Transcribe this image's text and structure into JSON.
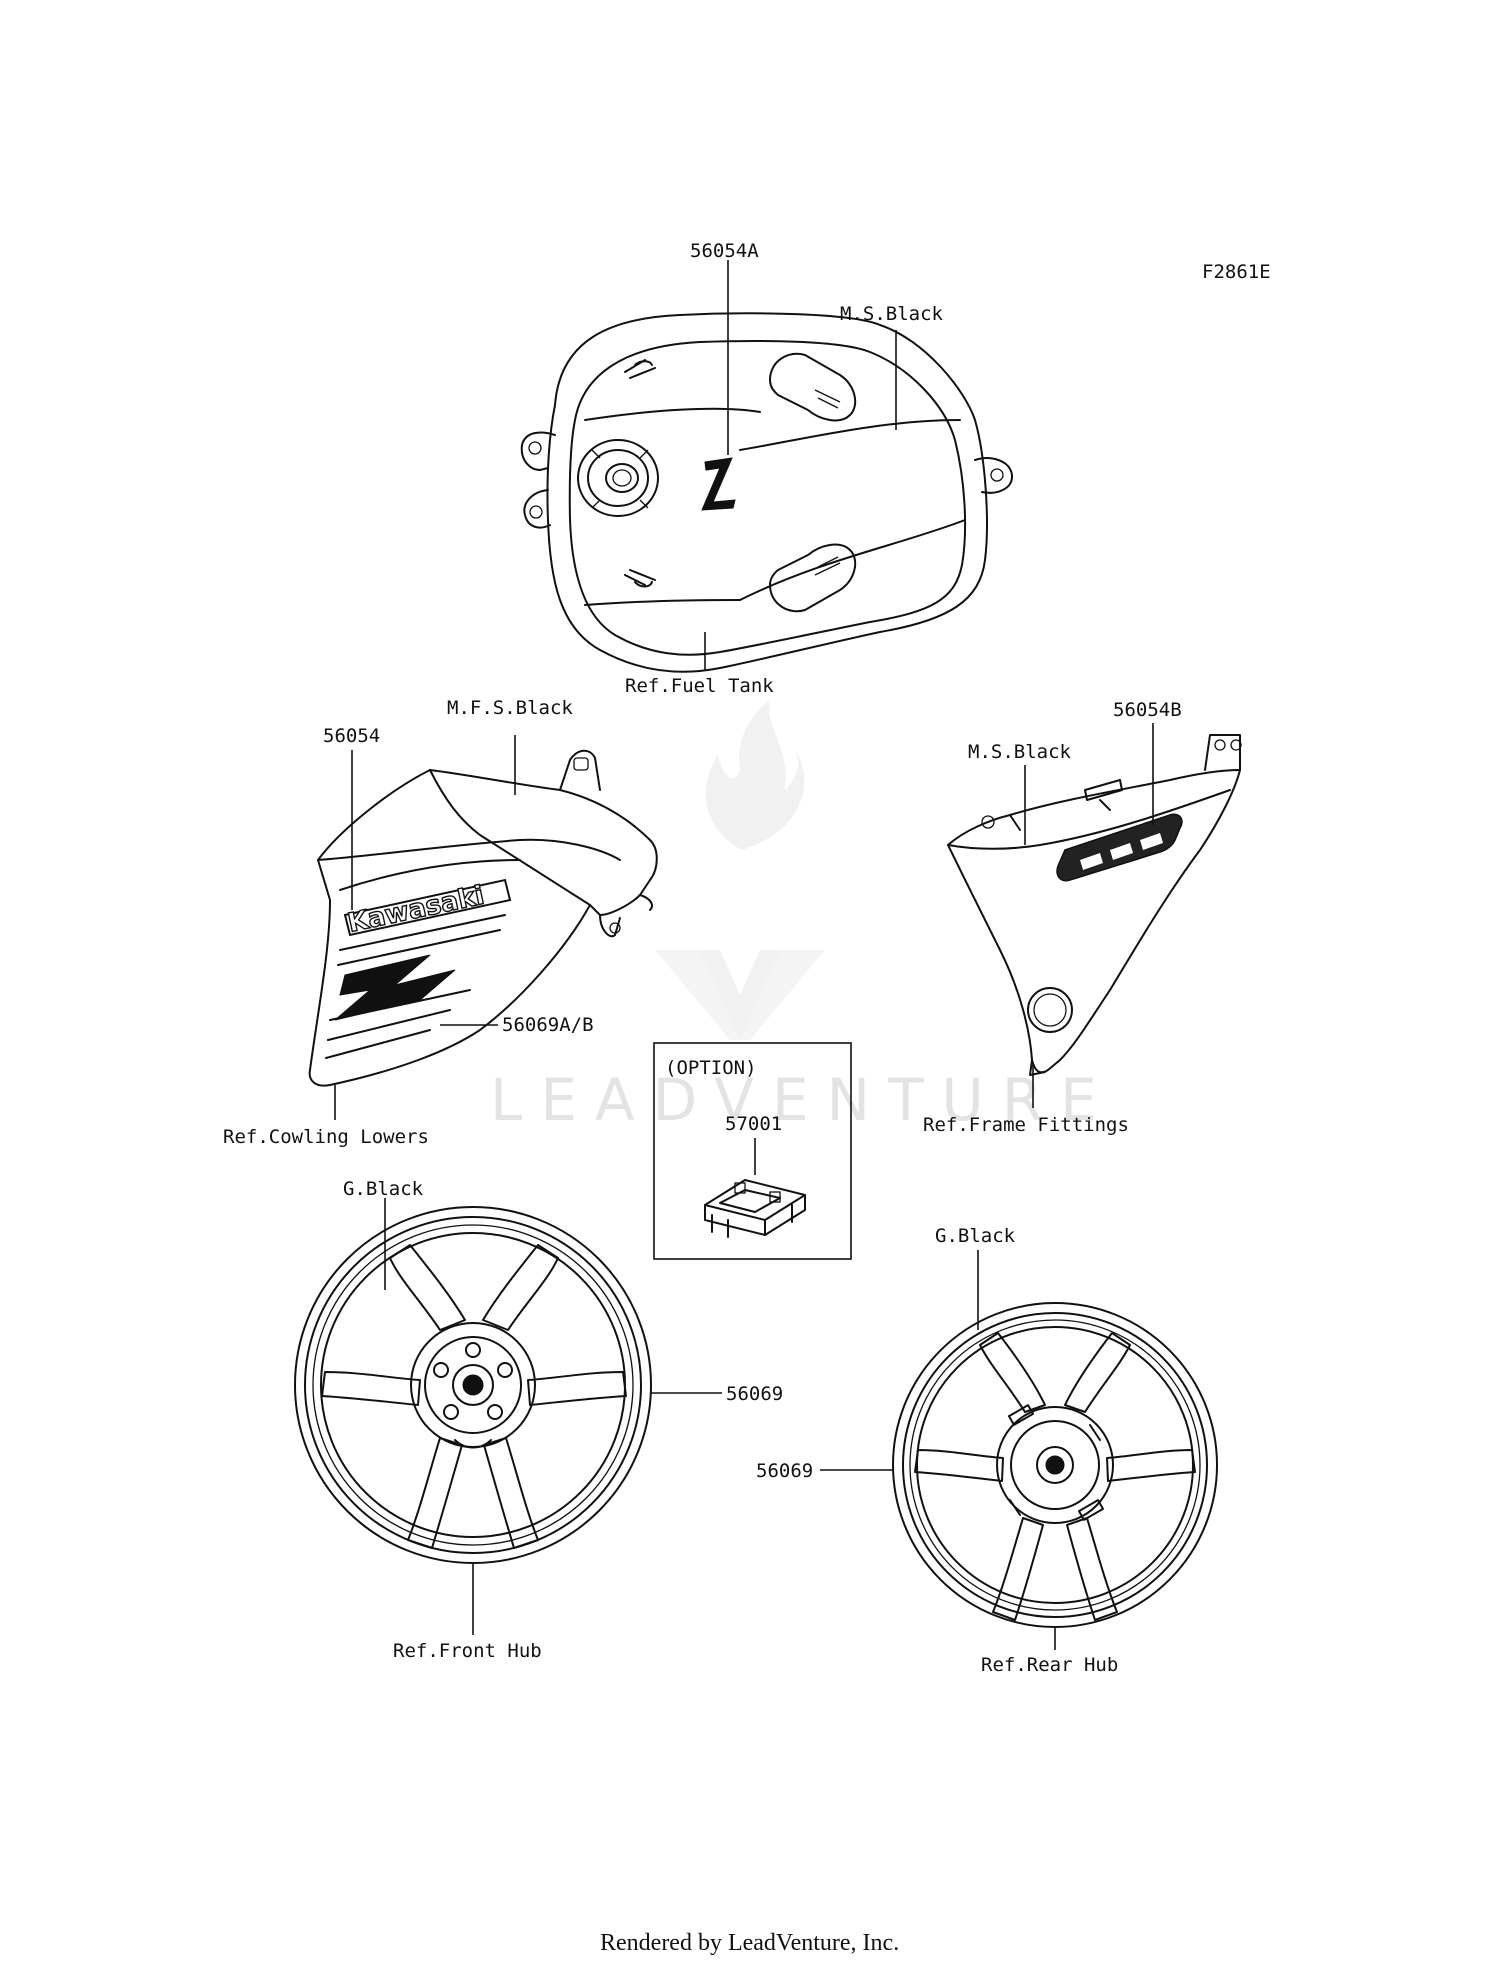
{
  "diagram_code": "F2861E",
  "watermark": "LEADVENTURE",
  "footer": "Rendered by LeadVenture, Inc.",
  "labels": {
    "tank_part": "56054A",
    "tank_color": "M.S.Black",
    "tank_ref": "Ref.Fuel Tank",
    "cowl_color": "M.F.S.Black",
    "cowl_part": "56054",
    "cowl_part2": "56069A/B",
    "cowl_ref": "Ref.Cowling Lowers",
    "side_part": "56054B",
    "side_color": "M.S.Black",
    "side_ref": "Ref.Frame Fittings",
    "option_title": "(OPTION)",
    "option_part": "57001",
    "front_color": "G.Black",
    "front_part": "56069",
    "front_ref": "Ref.Front Hub",
    "rear_color": "G.Black",
    "rear_part": "56069",
    "rear_ref": "Ref.Rear Hub"
  },
  "decal_texts": {
    "brand": "Kawasaki",
    "tank_logo": "Z"
  }
}
